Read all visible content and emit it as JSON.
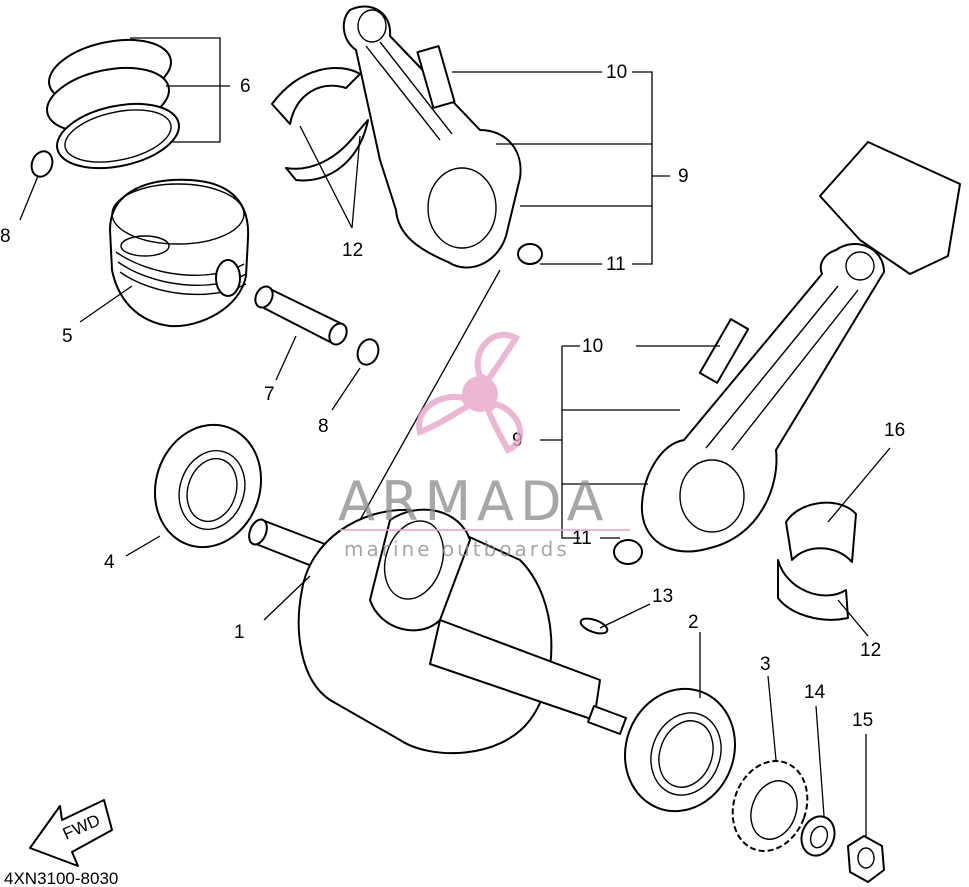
{
  "diagram": {
    "code": "4XN3100-8030",
    "fwd_label": "FWD",
    "callouts": {
      "c1": "1",
      "c2": "2",
      "c3": "3",
      "c4": "4",
      "c5": "5",
      "c6": "6",
      "c7": "7",
      "c8a": "8",
      "c8b": "8",
      "c9a": "9",
      "c9b": "9",
      "c10a": "10",
      "c10b": "10",
      "c11a": "11",
      "c11b": "11",
      "c12a": "12",
      "c12b": "12",
      "c13": "13",
      "c14": "14",
      "c15": "15",
      "c16": "16"
    }
  },
  "watermark": {
    "brand": "ARMADA",
    "tagline": "marine outboards",
    "color": "#e8a6c8",
    "icon": "propeller-icon"
  }
}
